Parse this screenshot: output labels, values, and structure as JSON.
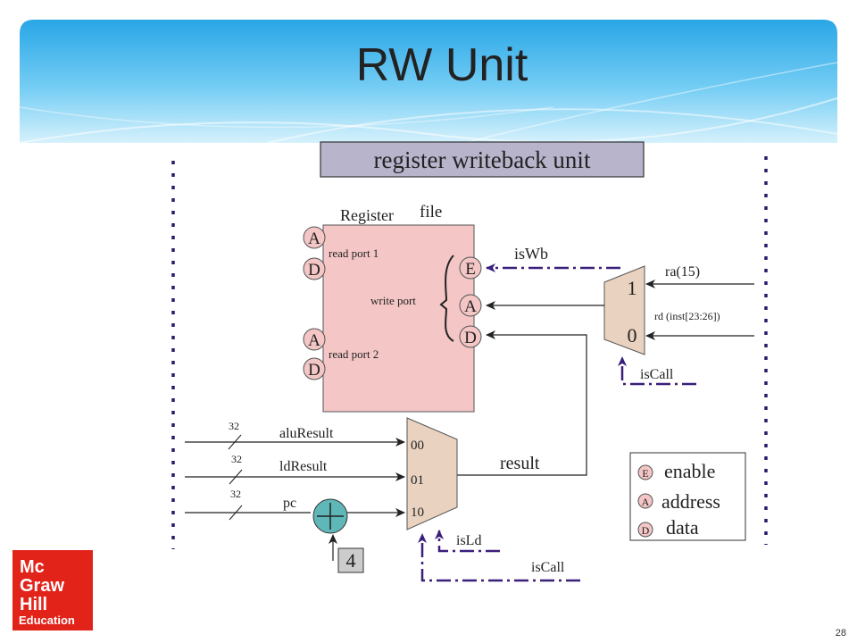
{
  "slide": {
    "title": "RW Unit",
    "page_number": "28"
  },
  "logo": {
    "line1": "Mc",
    "line2": "Graw",
    "line3": "Hill",
    "line4": "Education",
    "color": "#e2231a"
  },
  "diagram": {
    "header": "register writeback unit",
    "register_file": {
      "title_part1": "Register",
      "title_part2": "file",
      "read_port_1": "read port 1",
      "read_port_2": "read port 2",
      "write_port": "write port",
      "fill": "#f4c6c6"
    },
    "port_letters": {
      "a": "A",
      "d": "D",
      "e": "E"
    },
    "signals": {
      "isWb": "isWb",
      "ra": "ra(15)",
      "rd": "rd (inst[23:26])",
      "isCall_top": "isCall",
      "isCall_bottom": "isCall",
      "isLd": "isLd",
      "result": "result"
    },
    "mux_top": {
      "in1": "1",
      "in0": "0"
    },
    "mux_bottom": {
      "in00": "00",
      "in01": "01",
      "in10": "10"
    },
    "inputs": {
      "alu": "aluResult",
      "ld": "ldResult",
      "pc": "pc",
      "width": "32"
    },
    "adder_const": "4",
    "legend": {
      "e_letter": "E",
      "e_text": "enable",
      "a_letter": "A",
      "a_text": "address",
      "d_letter": "D",
      "d_text": "data"
    },
    "colors": {
      "control_line": "#3a1f7a",
      "mux_fill": "#e9d3c0",
      "adder_fill": "#5fb7b7",
      "header_fill": "#b8b4cc",
      "banner_top": "#2aa8e8",
      "banner_bottom": "#c7ebfb"
    }
  }
}
